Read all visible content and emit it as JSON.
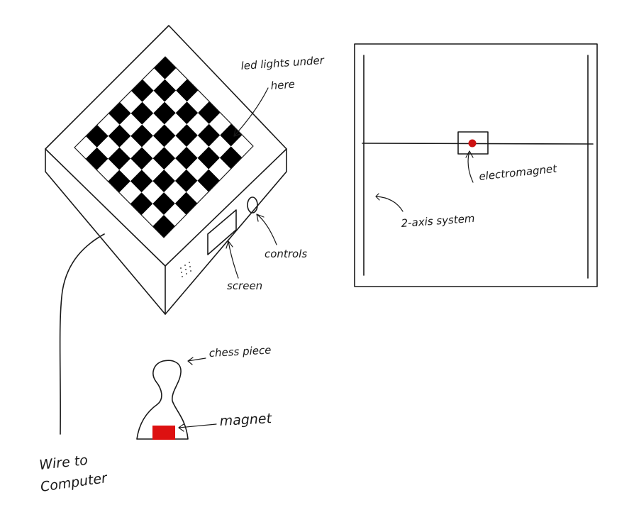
{
  "labels": {
    "led": [
      "led lights under",
      "here"
    ],
    "controls": "controls",
    "screen": "screen",
    "wire": [
      "Wire to",
      "Computer"
    ],
    "electromagnet": "electromagnet",
    "z_axis": "2-axis system",
    "chess_piece": "chess piece",
    "magnet": "magnet"
  },
  "board": {
    "rows": 8,
    "cols": 8
  },
  "colors": {
    "ink": "#1a1a1a",
    "board_dark": "#000000",
    "magnet": "#dd1111",
    "electromagnet": "#cc1111",
    "background": "#ffffff"
  }
}
